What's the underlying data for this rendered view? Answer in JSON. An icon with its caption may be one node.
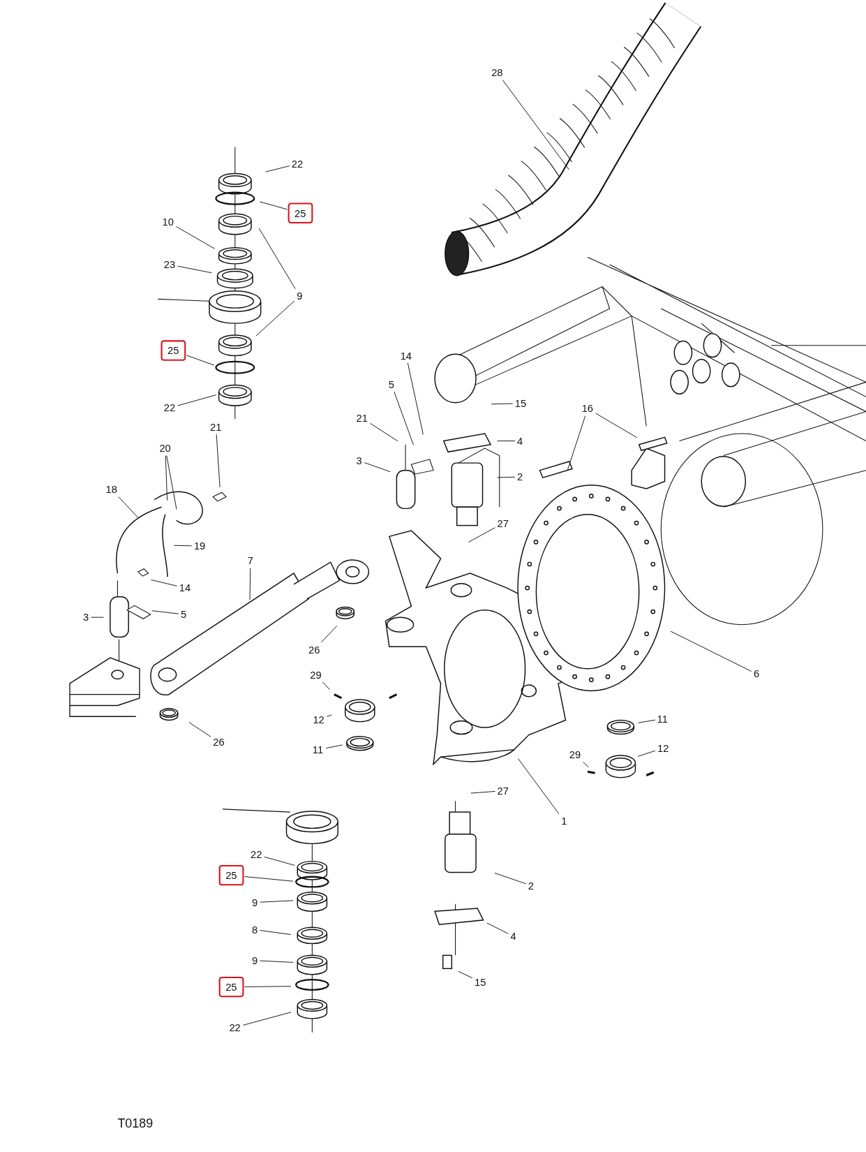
{
  "diagram": {
    "nodes": [
      {
        "text": [
          "22"
        ]
      },
      {
        "text": [
          "25"
        ]
      },
      {
        "text": [
          "10"
        ]
      },
      {
        "text": [
          "23"
        ]
      },
      {
        "text": [
          "9"
        ]
      },
      {
        "text": [
          "25"
        ]
      },
      {
        "text": [
          "22"
        ]
      },
      {
        "text": [
          "28"
        ]
      },
      {
        "text": [
          "14"
        ]
      },
      {
        "text": [
          "5"
        ]
      },
      {
        "text": [
          "21"
        ]
      },
      {
        "text": [
          "3"
        ]
      },
      {
        "text": [
          "15"
        ]
      },
      {
        "text": [
          "4"
        ]
      },
      {
        "text": [
          "2"
        ]
      },
      {
        "text": [
          "16"
        ]
      },
      {
        "text": [
          "27"
        ]
      },
      {
        "text": [
          "21"
        ]
      },
      {
        "text": [
          "20"
        ]
      },
      {
        "text": [
          "18"
        ]
      },
      {
        "text": [
          "19"
        ]
      },
      {
        "text": [
          "7"
        ]
      },
      {
        "text": [
          "14"
        ]
      },
      {
        "text": [
          "5"
        ]
      },
      {
        "text": [
          "3"
        ]
      },
      {
        "text": [
          "26"
        ]
      },
      {
        "text": [
          "29"
        ]
      },
      {
        "text": [
          "12"
        ]
      },
      {
        "text": [
          "11"
        ]
      },
      {
        "text": [
          "6"
        ]
      },
      {
        "text": [
          "11"
        ]
      },
      {
        "text": [
          "29"
        ]
      },
      {
        "text": [
          "12"
        ]
      },
      {
        "text": [
          "26"
        ]
      },
      {
        "text": [
          "27"
        ]
      },
      {
        "text": [
          "1"
        ]
      },
      {
        "text": [
          "22"
        ]
      },
      {
        "text": [
          "25"
        ]
      },
      {
        "text": [
          "9"
        ]
      },
      {
        "text": [
          "8"
        ]
      },
      {
        "text": [
          "2"
        ]
      },
      {
        "text": [
          "9"
        ]
      },
      {
        "text": [
          "4"
        ]
      },
      {
        "text": [
          "25"
        ]
      },
      {
        "text": [
          "22"
        ]
      },
      {
        "text": [
          "15"
        ]
      }
    ],
    "edges": [
      {
        "from": 0,
        "to": null,
        "arrow": "none"
      },
      {
        "from": 1,
        "to": null,
        "arrow": "none"
      },
      {
        "from": 2,
        "to": null,
        "arrow": "none"
      },
      {
        "from": 3,
        "to": null,
        "arrow": "none"
      },
      {
        "from": 4,
        "to": null,
        "arrow": "none"
      },
      {
        "from": 4,
        "to": null,
        "arrow": "none"
      },
      {
        "from": 5,
        "to": null,
        "arrow": "none"
      },
      {
        "from": 6,
        "to": null,
        "arrow": "none"
      },
      {
        "from": 7,
        "to": null,
        "arrow": "none"
      },
      {
        "from": 8,
        "to": null,
        "arrow": "none"
      },
      {
        "from": 9,
        "to": null,
        "arrow": "none"
      },
      {
        "from": 10,
        "to": null,
        "arrow": "none"
      },
      {
        "from": 11,
        "to": null,
        "arrow": "none"
      },
      {
        "from": 12,
        "to": null,
        "arrow": "none"
      },
      {
        "from": 13,
        "to": null,
        "arrow": "none"
      },
      {
        "from": 14,
        "to": null,
        "arrow": "none"
      },
      {
        "from": 15,
        "to": null,
        "arrow": "none"
      },
      {
        "from": 15,
        "to": null,
        "arrow": "none"
      },
      {
        "from": 16,
        "to": null,
        "arrow": "none"
      },
      {
        "from": 17,
        "to": null,
        "arrow": "none"
      },
      {
        "from": 18,
        "to": null,
        "arrow": "none"
      },
      {
        "from": 18,
        "to": null,
        "arrow": "none"
      },
      {
        "from": 19,
        "to": null,
        "arrow": "none"
      },
      {
        "from": 20,
        "to": null,
        "arrow": "none"
      },
      {
        "from": 21,
        "to": null,
        "arrow": "none"
      },
      {
        "from": 22,
        "to": null,
        "arrow": "none"
      },
      {
        "from": 23,
        "to": null,
        "arrow": "none"
      },
      {
        "from": 24,
        "to": null,
        "arrow": "none"
      },
      {
        "from": 25,
        "to": null,
        "arrow": "none"
      },
      {
        "from": 26,
        "to": null,
        "arrow": "none"
      },
      {
        "from": 27,
        "to": null,
        "arrow": "none"
      },
      {
        "from": 28,
        "to": null,
        "arrow": "none"
      },
      {
        "from": 29,
        "to": null,
        "arrow": "none"
      },
      {
        "from": 30,
        "to": null,
        "arrow": "none"
      },
      {
        "from": 31,
        "to": null,
        "arrow": "none"
      },
      {
        "from": 32,
        "to": null,
        "arrow": "none"
      },
      {
        "from": 33,
        "to": null,
        "arrow": "none"
      },
      {
        "from": 34,
        "to": null,
        "arrow": "none"
      },
      {
        "from": 35,
        "to": null,
        "arrow": "none"
      },
      {
        "from": 36,
        "to": null,
        "arrow": "none"
      },
      {
        "from": 37,
        "to": null,
        "arrow": "none"
      },
      {
        "from": 38,
        "to": null,
        "arrow": "none"
      },
      {
        "from": 39,
        "to": null,
        "arrow": "none"
      },
      {
        "from": 40,
        "to": null,
        "arrow": "none"
      },
      {
        "from": 41,
        "to": null,
        "arrow": "none"
      },
      {
        "from": 42,
        "to": null,
        "arrow": "none"
      },
      {
        "from": 43,
        "to": null,
        "arrow": "none"
      },
      {
        "from": 44,
        "to": null,
        "arrow": "none"
      },
      {
        "from": 45,
        "to": null,
        "arrow": "none"
      }
    ],
    "labels": [
      "T0189"
    ]
  }
}
